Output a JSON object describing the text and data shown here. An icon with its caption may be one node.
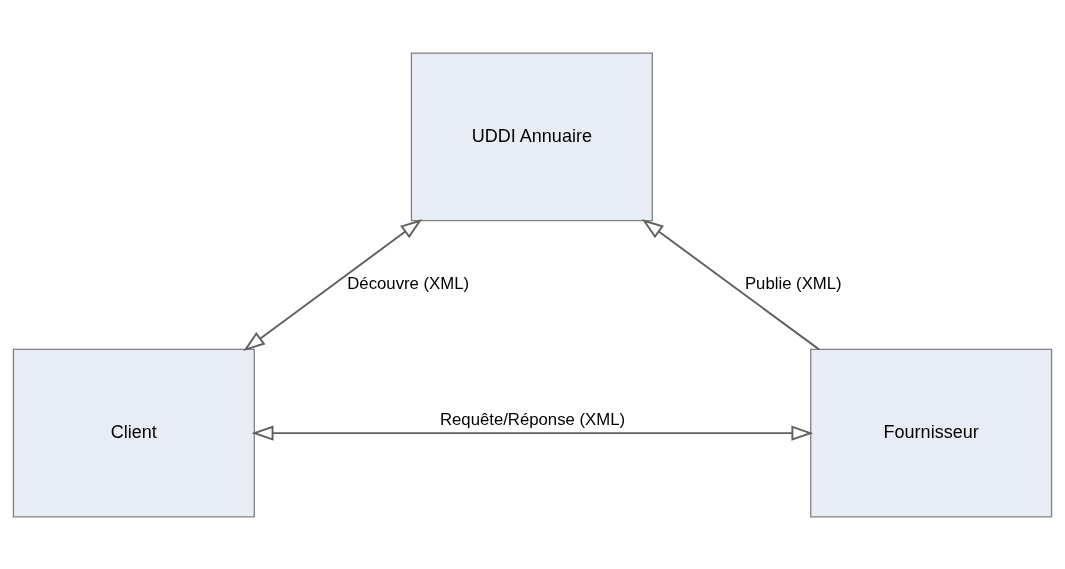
{
  "diagram": {
    "nodes": [
      {
        "text": [
          "UDDI Annuaire"
        ]
      },
      {
        "text": [
          "Client"
        ]
      },
      {
        "text": [
          "Fournisseur"
        ]
      }
    ],
    "edges": [
      {
        "from": 1,
        "to": 0,
        "label": "Découvre (XML)",
        "arrow": "both"
      },
      {
        "from": 2,
        "to": 0,
        "label": "Publie (XML)",
        "arrow": "to"
      },
      {
        "from": 1,
        "to": 2,
        "label": "Requête/Réponse (XML)",
        "arrow": "both"
      }
    ]
  }
}
